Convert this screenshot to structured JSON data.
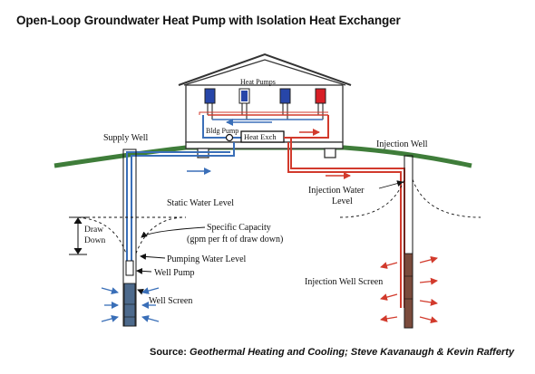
{
  "title": "Open-Loop Groundwater Heat Pump with Isolation Heat Exchanger",
  "labels": {
    "heat_pumps": "Heat Pumps",
    "bldg_pump": "Bldg Pump",
    "heat_exch": "Heat Exch",
    "supply_well": "Supply Well",
    "injection_well": "Injection Well",
    "static_water_level": "Static Water Level",
    "injection_water_level_1": "Injection Water",
    "injection_water_level_2": "Level",
    "draw_down_1": "Draw",
    "draw_down_2": "Down",
    "specific_capacity_1": "Specific Capacity",
    "specific_capacity_2": "(gpm per ft of draw down)",
    "pumping_water_level": "Pumping Water Level",
    "well_pump": "Well Pump",
    "well_screen": "Well Screen",
    "injection_well_screen": "Injection Well Screen"
  },
  "source": {
    "prefix": "Source: ",
    "text": "Geothermal Heating and Cooling; Steve Kavanaugh & Kevin Rafferty"
  },
  "colors": {
    "supply": "#3a6fb8",
    "return": "#d23a2c",
    "ground": "#3f7d3a",
    "heat_pump_blue": "#2746a8",
    "heat_pump_red": "#d81f26",
    "supply_screen": "#4d6a8c",
    "injection_screen": "#7a4b3c"
  }
}
